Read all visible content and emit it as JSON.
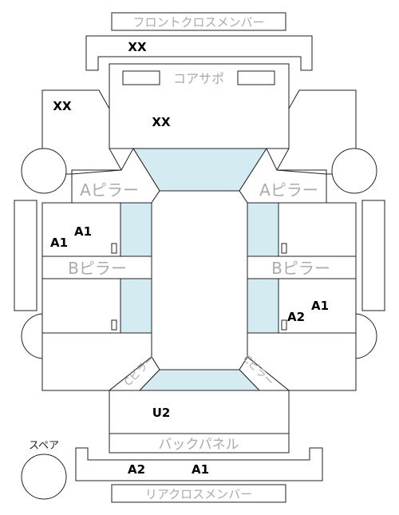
{
  "parts": {
    "front_cross_member": "フロントクロスメンバー",
    "core_support": "コアサポ",
    "a_pillar_left": "Aピラー",
    "a_pillar_right": "Aピラー",
    "b_pillar_left": "Bピラー",
    "b_pillar_right": "Bピラー",
    "c_pillar_left": "Cピラー",
    "c_pillar_right": "Cピラー",
    "back_panel": "バックパネル",
    "rear_cross_member": "リアクロスメンバー",
    "spare": "スペア"
  },
  "codes": {
    "front_cross_member": "XX",
    "left_fender": "XX",
    "hood": "XX",
    "front_door_left_upper": "A1",
    "front_door_left_lower": "A1",
    "rear_door_right_a1": "A1",
    "rear_door_right_a2": "A2",
    "trunk": "U2",
    "rear_bumper_a2": "A2",
    "rear_bumper_a1": "A1"
  },
  "colors": {
    "glass": "#d4ebf2",
    "outline": "#222222",
    "label": "#aaaaaa"
  }
}
